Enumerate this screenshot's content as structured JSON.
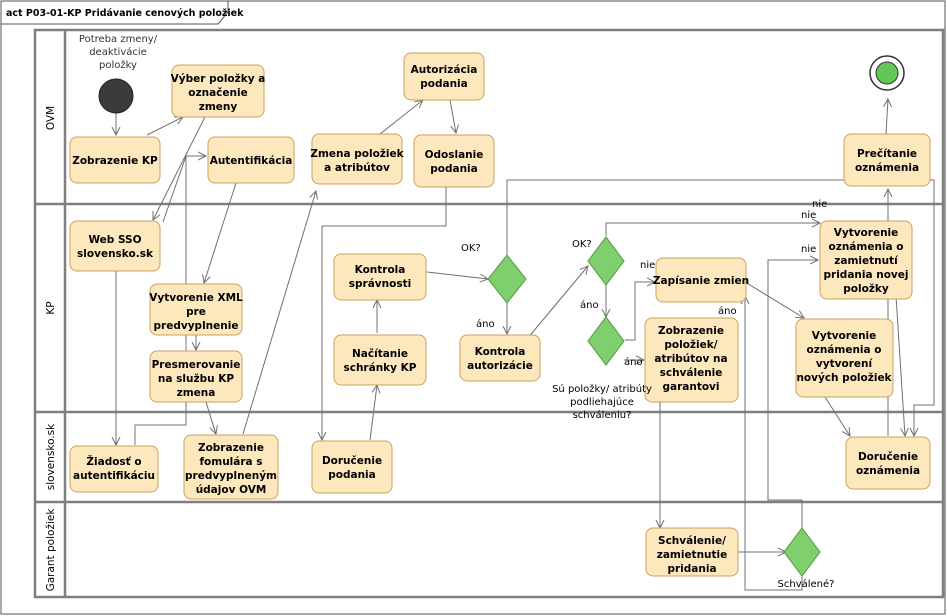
{
  "title": "act P03-01-KP Pridávanie cenových položiek",
  "lanes": [
    "OVM",
    "KP",
    "slovensko.sk",
    "Garant položiek"
  ],
  "start_note": [
    "Potreba zmeny/",
    "deaktivácie",
    "položky"
  ],
  "actions": {
    "zobrazenie_kp": [
      "Zobrazenie KP"
    ],
    "vyber_polozky": [
      "Výber položky a",
      "označenie",
      "zmeny"
    ],
    "autentifikacia": [
      "Autentifikácia"
    ],
    "zmena_poloziek": [
      "Zmena položiek",
      "a atribútov"
    ],
    "autorizacia": [
      "Autorizácia",
      "podania"
    ],
    "odoslanie": [
      "Odoslanie",
      "podania"
    ],
    "precitanie": [
      "Prečítanie",
      "oznámenia"
    ],
    "web_sso": [
      "Web SSO",
      "slovensko.sk"
    ],
    "vytvorenie_xml": [
      "Vytvorenie XML",
      "pre",
      "predvyplnenie"
    ],
    "presmerovanie": [
      "Presmerovanie",
      "na službu KP",
      "zmena"
    ],
    "kontrola_spravnosti": [
      "Kontrola",
      "správnosti"
    ],
    "nacitanie_schranky": [
      "Načítanie",
      "schránky KP"
    ],
    "kontrola_autorizacie": [
      "Kontrola",
      "autorizácie"
    ],
    "zapisanie_zmien": [
      "Zapísanie zmien"
    ],
    "zobrazenie_poloziek": [
      "Zobrazenie",
      "položiek/",
      "atribútov na",
      "schválenie",
      "garantovi"
    ],
    "vytvorenie_zamietnuti": [
      "Vytvorenie",
      "oznámenia o",
      "zamietnutí",
      "pridania novej",
      "položky"
    ],
    "vytvorenie_novych": [
      "Vytvorenie",
      "oznámenia o",
      "vytvorení",
      "nových položiek"
    ],
    "ziadost": [
      "Žiadosť o",
      "autentifikáciu"
    ],
    "zobrazenie_formulara": [
      "Zobrazenie",
      "fomulára s",
      "predvyplneným",
      "údajov OVM"
    ],
    "dorucenie_podania": [
      "Doručenie",
      "podania"
    ],
    "dorucenie_oznamenia": [
      "Doručenie",
      "oznámenia"
    ],
    "schvalenie": [
      "Schválenie/",
      "zamietnutie",
      "pridania"
    ]
  },
  "decisions": {
    "ok1": "OK?",
    "ok2": "OK?",
    "su_polozky": [
      "Sú položky/ atribúty",
      "podliehajúce",
      "schváleniu?"
    ],
    "schvalene": "Schválené?"
  },
  "guards": {
    "ano": "áno",
    "nie": "nie"
  }
}
